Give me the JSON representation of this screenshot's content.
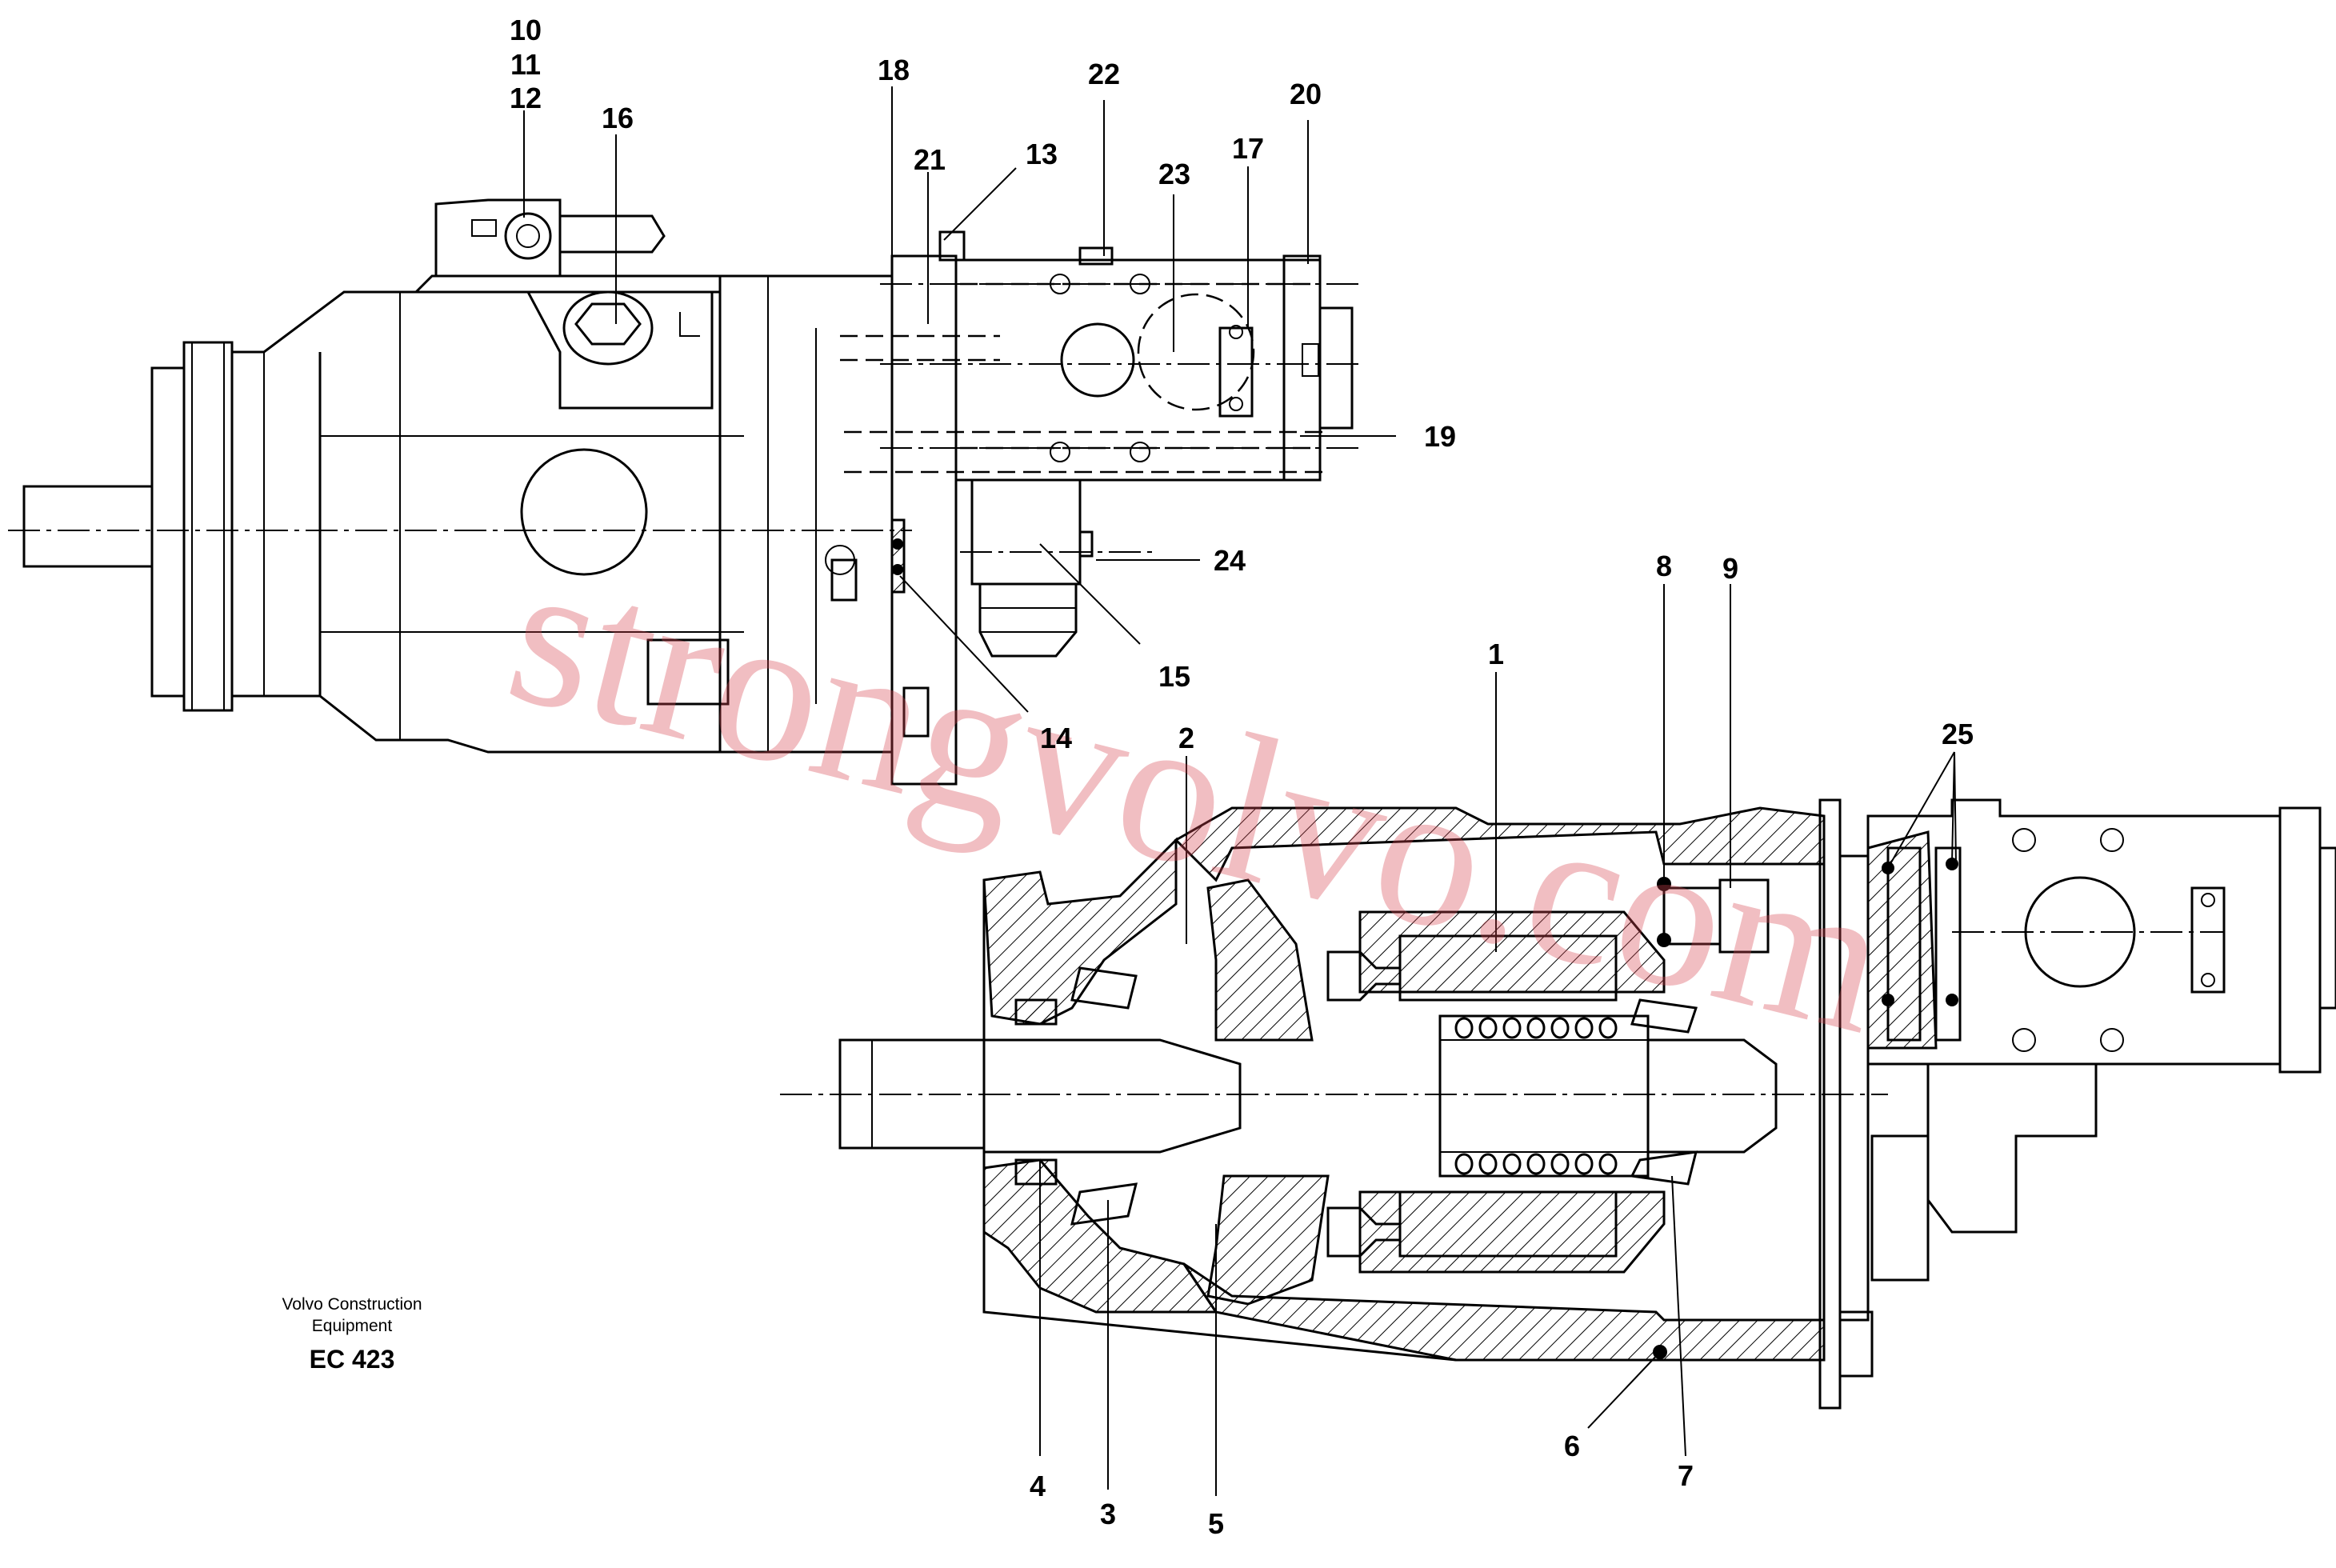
{
  "diagram": {
    "callouts": [
      "1",
      "2",
      "3",
      "4",
      "5",
      "6",
      "7",
      "8",
      "9",
      "10",
      "11",
      "12",
      "13",
      "14",
      "15",
      "16",
      "17",
      "18",
      "19",
      "20",
      "21",
      "22",
      "23",
      "24",
      "25"
    ],
    "corp_line1": "Volvo Construction",
    "corp_line2": "Equipment",
    "code": "EC 423",
    "watermark": "strongvolvo.com"
  }
}
